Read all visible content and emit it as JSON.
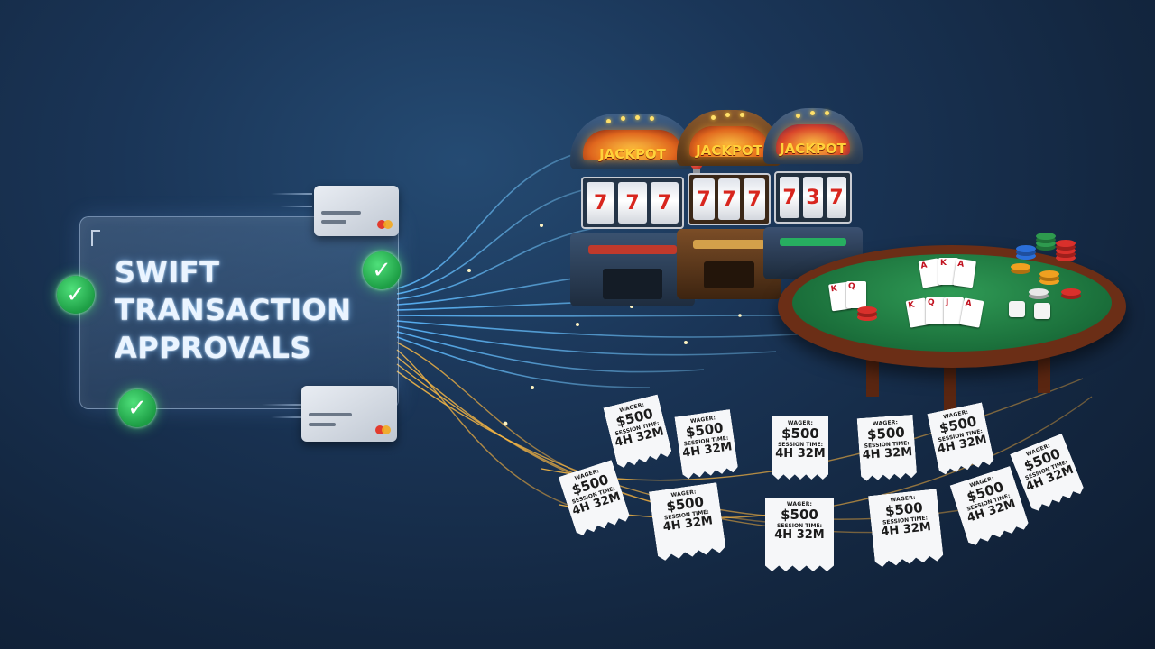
{
  "title": {
    "line1": "SWIFT",
    "line2": "TRANSACTION",
    "line3": "APPROVALS"
  },
  "slot_machines": [
    {
      "label": "JACKPOT",
      "reels": [
        "7",
        "7",
        "7"
      ]
    },
    {
      "label": "JACKPOT",
      "reels": [
        "7",
        "7",
        "7"
      ]
    },
    {
      "label": "JACKPOT",
      "reels": [
        "7",
        "3",
        "7"
      ]
    }
  ],
  "receipts": [
    {
      "wager_label": "WAGER:",
      "amount": "$500",
      "session_label": "SESSION TIME:",
      "time": "4H 32M"
    },
    {
      "wager_label": "WAGER:",
      "amount": "$500",
      "session_label": "SESSION TIME:",
      "time": "4H 32M"
    },
    {
      "wager_label": "WAGER:",
      "amount": "$500",
      "session_label": "SESSION TIME:",
      "time": "4H 32M"
    },
    {
      "wager_label": "WAGER:",
      "amount": "$500",
      "session_label": "SESSION TIME:",
      "time": "4H 32M"
    },
    {
      "wager_label": "WAGER:",
      "amount": "$500",
      "session_label": "SESSION TIME:",
      "time": "4H 32M"
    },
    {
      "wager_label": "WAGER:",
      "amount": "$500",
      "session_label": "SESSION TIME:",
      "time": "4H 32M"
    },
    {
      "wager_label": "WAGER:",
      "amount": "$500",
      "session_label": "SESSION TIME:",
      "time": "4H 32M"
    },
    {
      "wager_label": "WAGER:",
      "amount": "$500",
      "session_label": "SESSION TIME:",
      "time": "4H 32M"
    },
    {
      "wager_label": "WAGER:",
      "amount": "$500",
      "session_label": "SESSION TIME:",
      "time": "4H 32M"
    },
    {
      "wager_label": "WAGER:",
      "amount": "$500",
      "session_label": "SESSION TIME:",
      "time": "4H 32M"
    },
    {
      "wager_label": "WAGER:",
      "amount": "$500",
      "session_label": "SESSION TIME:",
      "time": "4H 32M"
    }
  ],
  "colors": {
    "background": "#1a3557",
    "check_green": "#2ec45a",
    "title_glow": "#8cc8ff",
    "flow_blue": "#5ab8ff",
    "flow_gold": "#f0a838",
    "felt_green": "#2a8a4a"
  },
  "icons": [
    "check-icon",
    "credit-card-icon",
    "slot-machine-icon",
    "poker-table-icon",
    "receipt-icon"
  ]
}
